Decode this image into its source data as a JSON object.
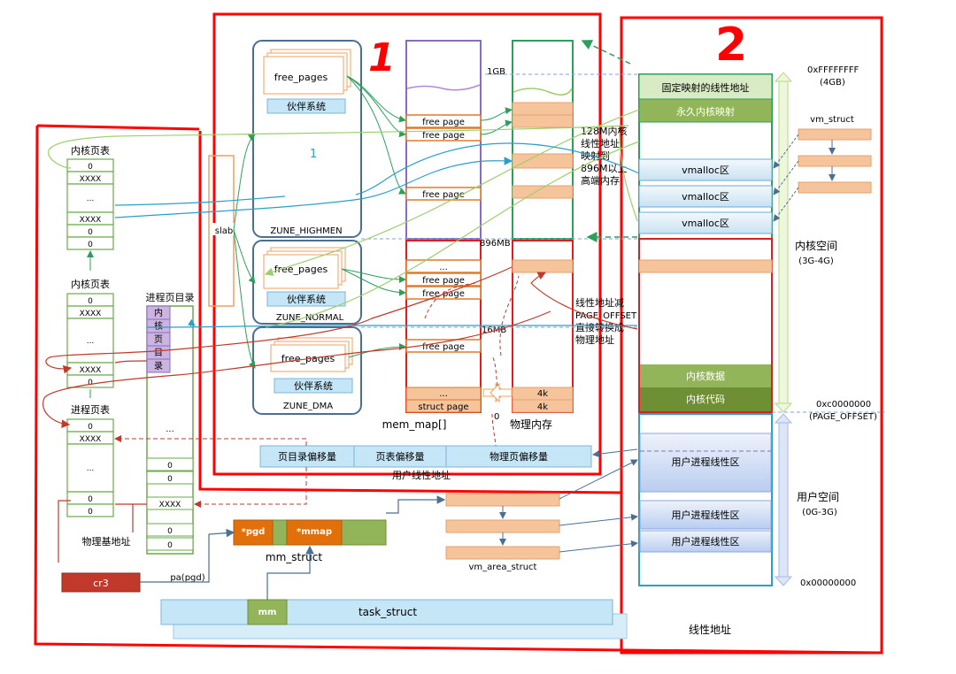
{
  "annotations": {
    "num1": "1",
    "num2": "2",
    "mid_one": "1"
  },
  "zones": {
    "highmem": {
      "label": "ZUNE_HIGHMEN",
      "free_pages": "free_pages",
      "buddy": "伙伴系统"
    },
    "normal": {
      "label": "ZUNE_NORMAL",
      "free_pages": "free_pages",
      "buddy": "伙伴系统"
    },
    "dma": {
      "label": "ZUNE_DMA",
      "free_pages": "free_pages",
      "buddy": "伙伴系统"
    }
  },
  "slab": "slab",
  "mem_map": {
    "title": "mem_map[]",
    "free_page": "free page",
    "dots": "...",
    "struct_page": "struct page"
  },
  "phys_mem": {
    "title": "物理内存",
    "label_1gb": "1GB",
    "label_896mb": "896MB",
    "label_16mb": "16MB",
    "label_0": "0",
    "k4": "4k"
  },
  "notes": {
    "highmem_map": [
      "128M内核",
      "线性地址",
      "映射到",
      "896M以上",
      "高端内存"
    ],
    "direct_map": [
      "线性地址减",
      "PAGE_OFFSET",
      "直接转换成",
      "物理地址"
    ]
  },
  "linear": {
    "fixed": "固定映射的线性地址",
    "permanent": "永久内核映射",
    "vmalloc": "vmalloc区",
    "kdata": "内核数据",
    "kcode": "内核代码",
    "user_region": "用户进程线性区",
    "title": "线性地址",
    "addr_top": "0xFFFFFFFF",
    "addr_top_sub": "(4GB)",
    "addr_mid": "0xc0000000",
    "addr_mid_sub": "(PAGE_OFFSET)",
    "addr_bot": "0x00000000",
    "kernel_space": "内核空间",
    "kernel_space_sub": "(3G-4G)",
    "user_space": "用户空间",
    "user_space_sub": "(0G-3G)",
    "vm_struct": "vm_struct"
  },
  "tables": {
    "kpt": "内核页表",
    "ppt": "进程页表",
    "pgdir": "进程页目录",
    "pgdir_chars": [
      "内",
      "核",
      "页",
      "目",
      "录"
    ],
    "zero": "0",
    "xxxx": "XXXX",
    "dots": "...",
    "phys_base": "物理基地址"
  },
  "offsets": {
    "dir": "页目录偏移量",
    "table": "页表偏移量",
    "page": "物理页偏移量",
    "caption": "用户线性地址"
  },
  "structs": {
    "pgd": "*pgd",
    "mmap": "*mmap",
    "mm_struct": "mm_struct",
    "mm": "mm",
    "task_struct": "task_struct",
    "vm_area_struct": "vm_area_struct",
    "cr3": "cr3",
    "pa": "__pa(pgd)"
  },
  "colors": {
    "red": "#ff0000",
    "zone_border": "#4a6f94",
    "buddy": "#c5e6f7",
    "orange": "#f5c49b",
    "orange_dark": "#e2700a",
    "green_mid": "#93b55a",
    "green_dark": "#6f8f35",
    "cr3": "#c0392b",
    "purple": "#cbb4e0"
  }
}
